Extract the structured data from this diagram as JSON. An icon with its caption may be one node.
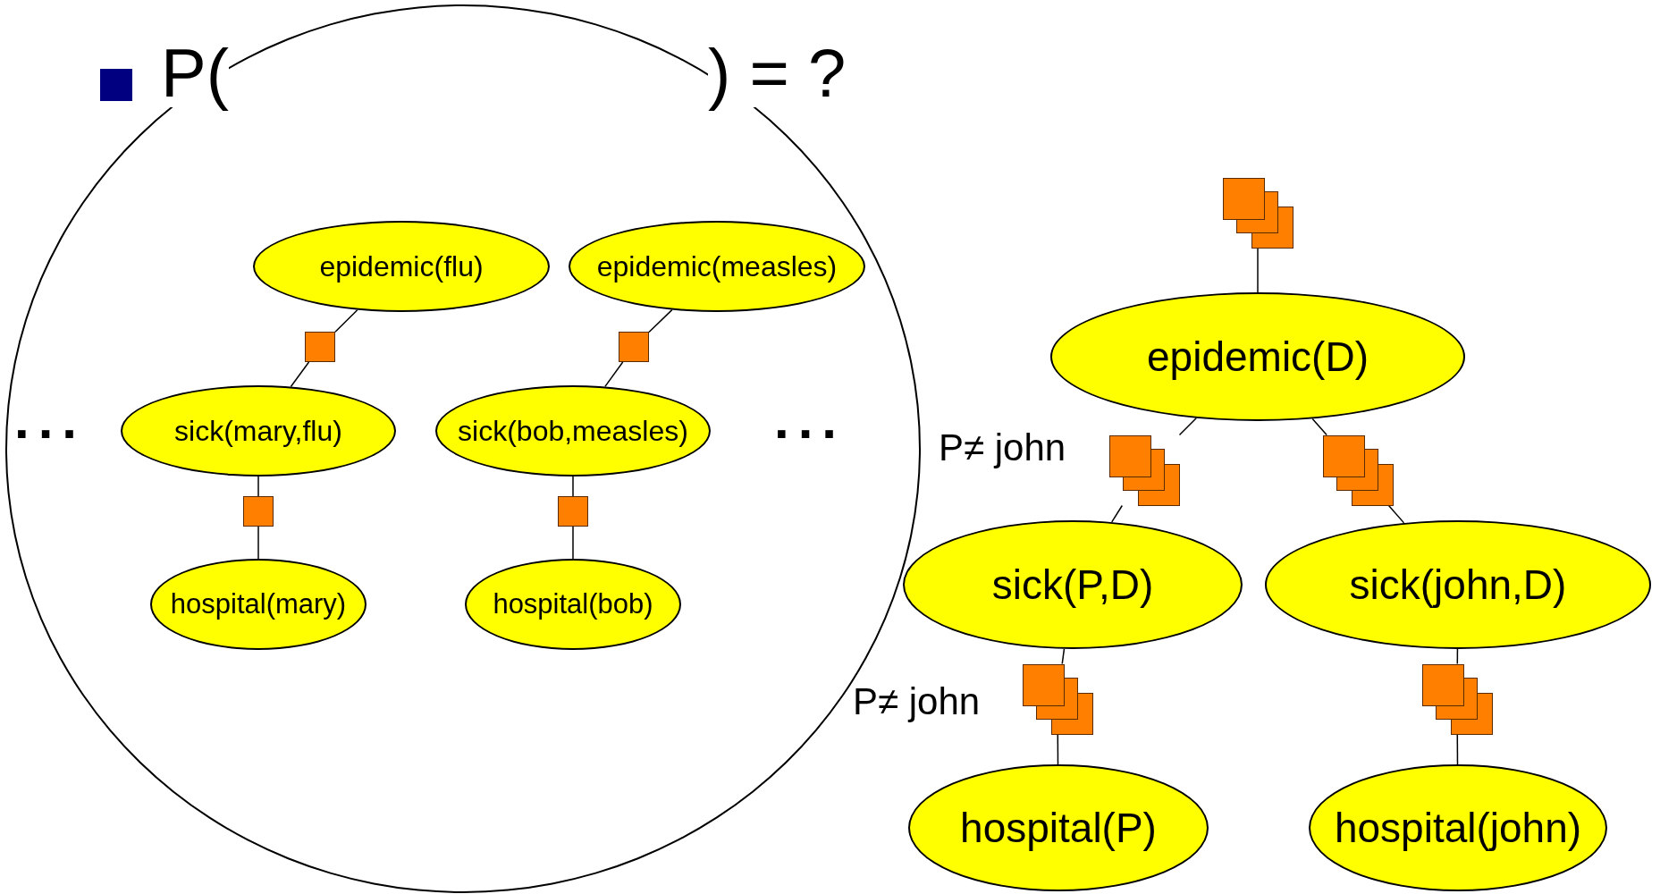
{
  "diagram": {
    "nodes": [
      {
        "text": [],
        "shape": "circle"
      },
      {
        "text": [
          "epidemic(flu)"
        ],
        "in": 0
      },
      {
        "text": [
          "epidemic(measles)"
        ],
        "in": 0
      },
      {
        "text": [],
        "shape": "box",
        "in": 0
      },
      {
        "text": [],
        "shape": "box",
        "in": 0
      },
      {
        "text": [
          "sick(mary,flu)"
        ],
        "in": 0
      },
      {
        "text": [
          "sick(bob,measles)"
        ],
        "in": 0
      },
      {
        "text": [],
        "shape": "box",
        "in": 0
      },
      {
        "text": [],
        "shape": "box",
        "in": 0
      },
      {
        "text": [
          "hospital(mary)"
        ],
        "in": 0
      },
      {
        "text": [
          "hospital(bob)"
        ],
        "in": 0
      },
      {
        "text": [],
        "shape": "box"
      },
      {
        "text": [
          "epidemic(D)"
        ]
      },
      {
        "text": [],
        "shape": "box"
      },
      {
        "text": [],
        "shape": "box"
      },
      {
        "text": [
          "sick(P,D)"
        ]
      },
      {
        "text": [
          "sick(john,D)"
        ]
      },
      {
        "text": [],
        "shape": "box"
      },
      {
        "text": [],
        "shape": "box"
      },
      {
        "text": [
          "hospital(P)"
        ]
      },
      {
        "text": [
          "hospital(john)"
        ]
      }
    ],
    "edges": [
      {
        "from": 1,
        "to": 3,
        "arrow": "none"
      },
      {
        "from": 3,
        "to": 5,
        "arrow": "none"
      },
      {
        "from": 2,
        "to": 4,
        "arrow": "none"
      },
      {
        "from": 4,
        "to": 6,
        "arrow": "none"
      },
      {
        "from": 5,
        "to": 7,
        "arrow": "none"
      },
      {
        "from": 7,
        "to": 9,
        "arrow": "none"
      },
      {
        "from": 6,
        "to": 8,
        "arrow": "none"
      },
      {
        "from": 8,
        "to": 10,
        "arrow": "none"
      },
      {
        "from": 11,
        "to": 12,
        "arrow": "none"
      },
      {
        "from": 12,
        "to": 13,
        "arrow": "none"
      },
      {
        "from": 13,
        "to": 15,
        "arrow": "none"
      },
      {
        "from": 12,
        "to": 14,
        "arrow": "none"
      },
      {
        "from": 14,
        "to": 16,
        "arrow": "none"
      },
      {
        "from": 15,
        "to": 17,
        "arrow": "none"
      },
      {
        "from": 17,
        "to": 19,
        "arrow": "none"
      },
      {
        "from": 16,
        "to": 18,
        "arrow": "none"
      },
      {
        "from": 18,
        "to": 20,
        "arrow": "none"
      }
    ],
    "labels": [
      "P(",
      ") = ?",
      "...",
      "...",
      "P≠ john",
      "P≠ john"
    ]
  }
}
